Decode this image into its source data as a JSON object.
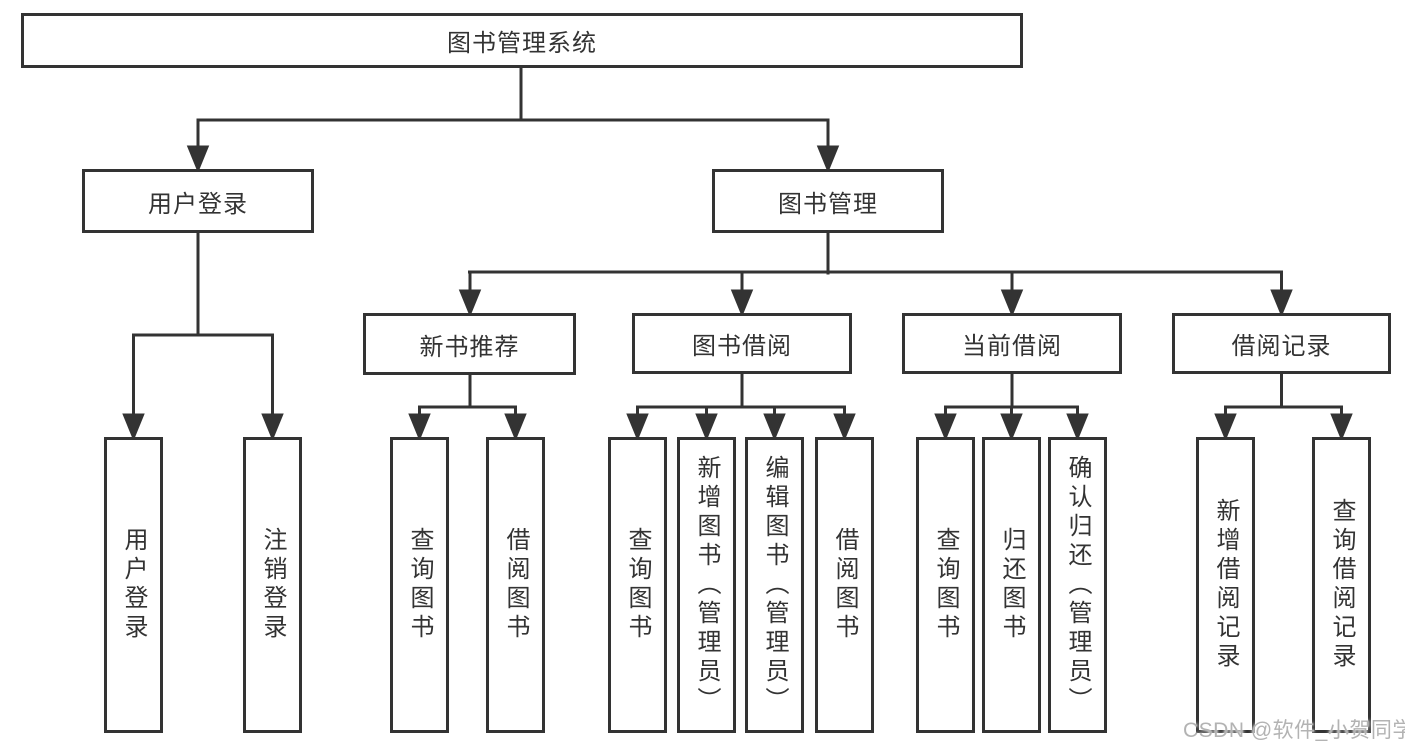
{
  "diagram": {
    "root": {
      "label": "图书管理系统"
    },
    "level2": [
      {
        "label": "用户登录"
      },
      {
        "label": "图书管理"
      }
    ],
    "level3": [
      {
        "label": "新书推荐"
      },
      {
        "label": "图书借阅"
      },
      {
        "label": "当前借阅"
      },
      {
        "label": "借阅记录"
      }
    ],
    "leaves": {
      "user_login": [
        "用户登录",
        "注销登录"
      ],
      "new_book_recommend": [
        "查询图书",
        "借阅图书"
      ],
      "book_borrow": [
        "查询图书",
        "新增图书（管理员）",
        "编辑图书（管理员）",
        "借阅图书"
      ],
      "current_borrow": [
        "查询图书",
        "归还图书",
        "确认归还（管理员）"
      ],
      "borrow_records": [
        "新增借阅记录",
        "查询借阅记录"
      ]
    }
  },
  "watermark": {
    "text": "CSDN @软件_小贺同学",
    "color": "#b3b3b3"
  },
  "colors": {
    "line": "#333333",
    "box_border": "#333333",
    "text": "#333333",
    "background": "#ffffff"
  }
}
